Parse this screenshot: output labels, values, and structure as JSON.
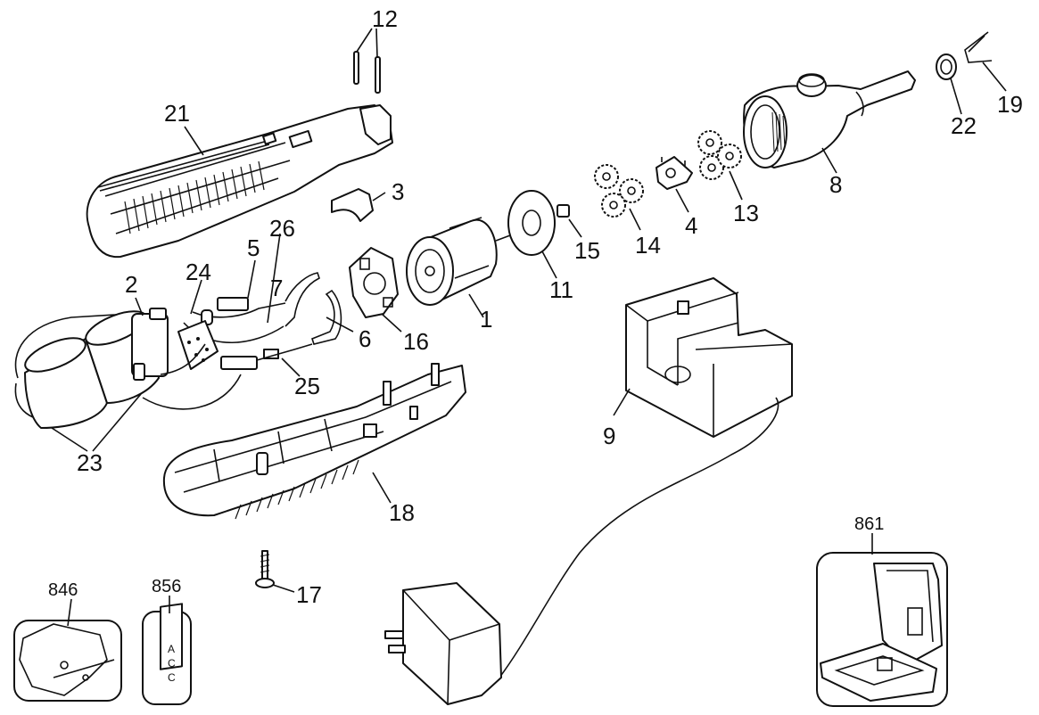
{
  "diagram": {
    "callouts": [
      {
        "id": "1",
        "text": "1"
      },
      {
        "id": "2",
        "text": "2"
      },
      {
        "id": "3",
        "text": "3"
      },
      {
        "id": "4",
        "text": "4"
      },
      {
        "id": "5",
        "text": "5"
      },
      {
        "id": "6",
        "text": "6"
      },
      {
        "id": "7",
        "text": "7"
      },
      {
        "id": "8",
        "text": "8"
      },
      {
        "id": "9",
        "text": "9"
      },
      {
        "id": "11",
        "text": "11"
      },
      {
        "id": "12",
        "text": "12"
      },
      {
        "id": "13",
        "text": "13"
      },
      {
        "id": "14",
        "text": "14"
      },
      {
        "id": "15",
        "text": "15"
      },
      {
        "id": "16",
        "text": "16"
      },
      {
        "id": "17",
        "text": "17"
      },
      {
        "id": "18",
        "text": "18"
      },
      {
        "id": "19",
        "text": "19"
      },
      {
        "id": "21",
        "text": "21"
      },
      {
        "id": "22",
        "text": "22"
      },
      {
        "id": "23",
        "text": "23"
      },
      {
        "id": "24",
        "text": "24"
      },
      {
        "id": "25",
        "text": "25"
      },
      {
        "id": "26",
        "text": "26"
      },
      {
        "id": "846",
        "text": "846"
      },
      {
        "id": "856",
        "text": "856"
      },
      {
        "id": "861",
        "text": "861"
      }
    ],
    "accessory_label_letters": [
      "A",
      "C",
      "C"
    ]
  }
}
